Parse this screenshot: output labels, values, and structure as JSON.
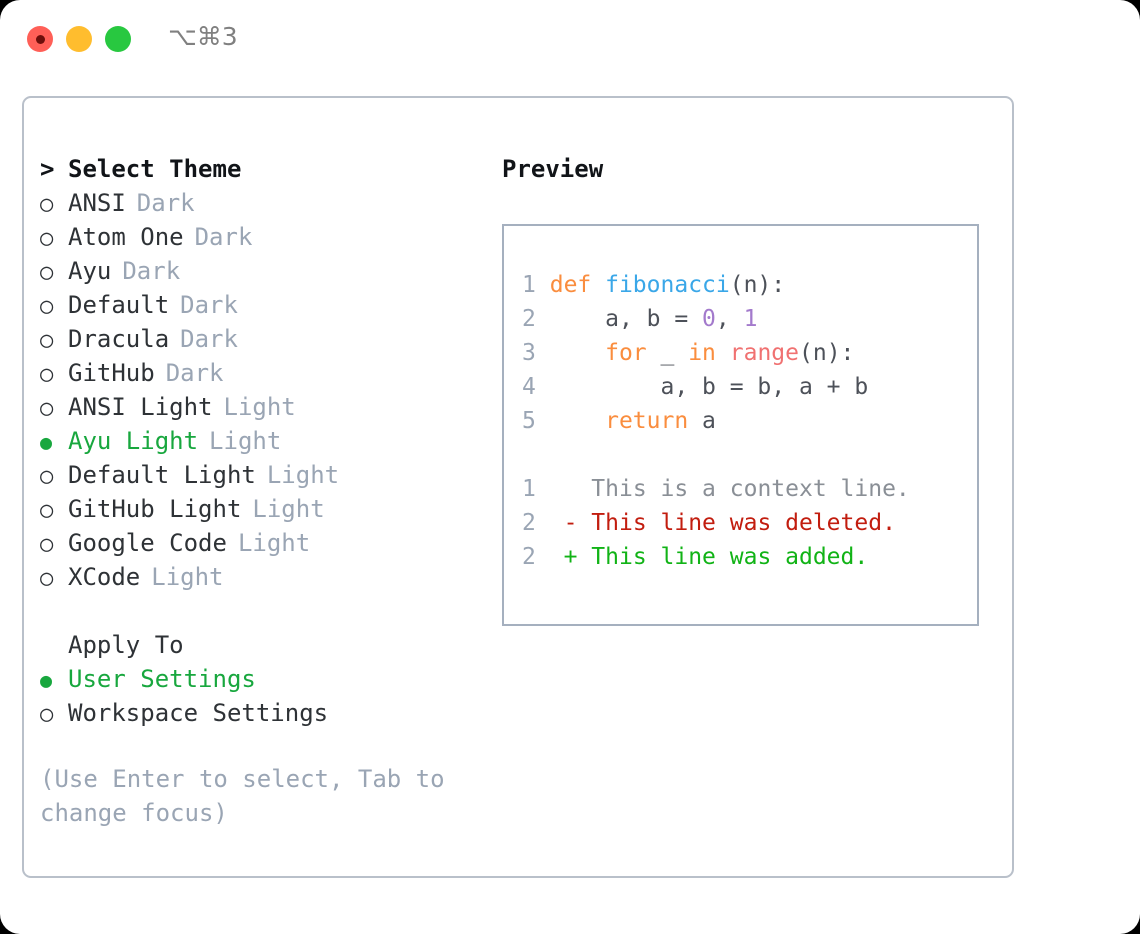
{
  "titlebar": {
    "shortcut": "⌥⌘3",
    "buttons": [
      {
        "name": "close",
        "color": "#ff5f57"
      },
      {
        "name": "minimize",
        "color": "#ffbd2e"
      },
      {
        "name": "maximize",
        "color": "#28c840"
      }
    ]
  },
  "theme_picker": {
    "header_marker": ">",
    "header": "Select Theme",
    "items": [
      {
        "marker": "○",
        "name": "ANSI",
        "kind": "Dark",
        "selected": false
      },
      {
        "marker": "○",
        "name": "Atom One",
        "kind": "Dark",
        "selected": false
      },
      {
        "marker": "○",
        "name": "Ayu",
        "kind": "Dark",
        "selected": false
      },
      {
        "marker": "○",
        "name": "Default",
        "kind": "Dark",
        "selected": false
      },
      {
        "marker": "○",
        "name": "Dracula",
        "kind": "Dark",
        "selected": false
      },
      {
        "marker": "○",
        "name": "GitHub",
        "kind": "Dark",
        "selected": false
      },
      {
        "marker": "○",
        "name": "ANSI Light",
        "kind": "Light",
        "selected": false
      },
      {
        "marker": "●",
        "name": "Ayu Light",
        "kind": "Light",
        "selected": true
      },
      {
        "marker": "○",
        "name": "Default Light",
        "kind": "Light",
        "selected": false
      },
      {
        "marker": "○",
        "name": "GitHub Light",
        "kind": "Light",
        "selected": false
      },
      {
        "marker": "○",
        "name": "Google Code",
        "kind": "Light",
        "selected": false
      },
      {
        "marker": "○",
        "name": "XCode",
        "kind": "Light",
        "selected": false
      }
    ]
  },
  "apply_to": {
    "title": "Apply To",
    "items": [
      {
        "marker": "●",
        "label": "User Settings",
        "selected": true
      },
      {
        "marker": "○",
        "label": "Workspace Settings",
        "selected": false
      }
    ]
  },
  "hint": "(Use Enter to select, Tab to change focus)",
  "preview": {
    "label": "Preview",
    "code_lines": [
      {
        "lineno": "1",
        "tokens": [
          {
            "text": "def ",
            "type": "kw"
          },
          {
            "text": "fibonacci",
            "type": "fn"
          },
          {
            "text": "(n):",
            "type": "plain"
          }
        ]
      },
      {
        "lineno": "2",
        "tokens": [
          {
            "text": "    a, b = ",
            "type": "plain"
          },
          {
            "text": "0",
            "type": "num"
          },
          {
            "text": ", ",
            "type": "plain"
          },
          {
            "text": "1",
            "type": "num"
          }
        ]
      },
      {
        "lineno": "3",
        "tokens": [
          {
            "text": "    ",
            "type": "plain"
          },
          {
            "text": "for",
            "type": "kw"
          },
          {
            "text": " _ ",
            "type": "plain"
          },
          {
            "text": "in",
            "type": "kw"
          },
          {
            "text": " ",
            "type": "plain"
          },
          {
            "text": "range",
            "type": "call"
          },
          {
            "text": "(n):",
            "type": "plain"
          }
        ]
      },
      {
        "lineno": "4",
        "tokens": [
          {
            "text": "        a, b = b, a + b",
            "type": "plain"
          }
        ]
      },
      {
        "lineno": "5",
        "tokens": [
          {
            "text": "    ",
            "type": "plain"
          },
          {
            "text": "return",
            "type": "kw"
          },
          {
            "text": " a",
            "type": "plain"
          }
        ]
      }
    ],
    "diff_lines": [
      {
        "lineno": "1",
        "prefix": " ",
        "text": "This is a context line.",
        "type": "ctx"
      },
      {
        "lineno": "2",
        "prefix": "-",
        "text": "This line was deleted.",
        "type": "del"
      },
      {
        "lineno": "2",
        "prefix": "+",
        "text": "This line was added.",
        "type": "add"
      }
    ]
  },
  "colors": {
    "accent_green": "#18a73e",
    "muted": "#9aa5b4",
    "text": "#2e3236",
    "keyword": "#fa8d3e",
    "function": "#3aa7e8",
    "number": "#a37acc",
    "call": "#f07171",
    "diff_delete": "#c21d0f",
    "diff_add": "#11b316",
    "panel_border": "#b9c0ca",
    "preview_border": "#a5b0bf"
  }
}
